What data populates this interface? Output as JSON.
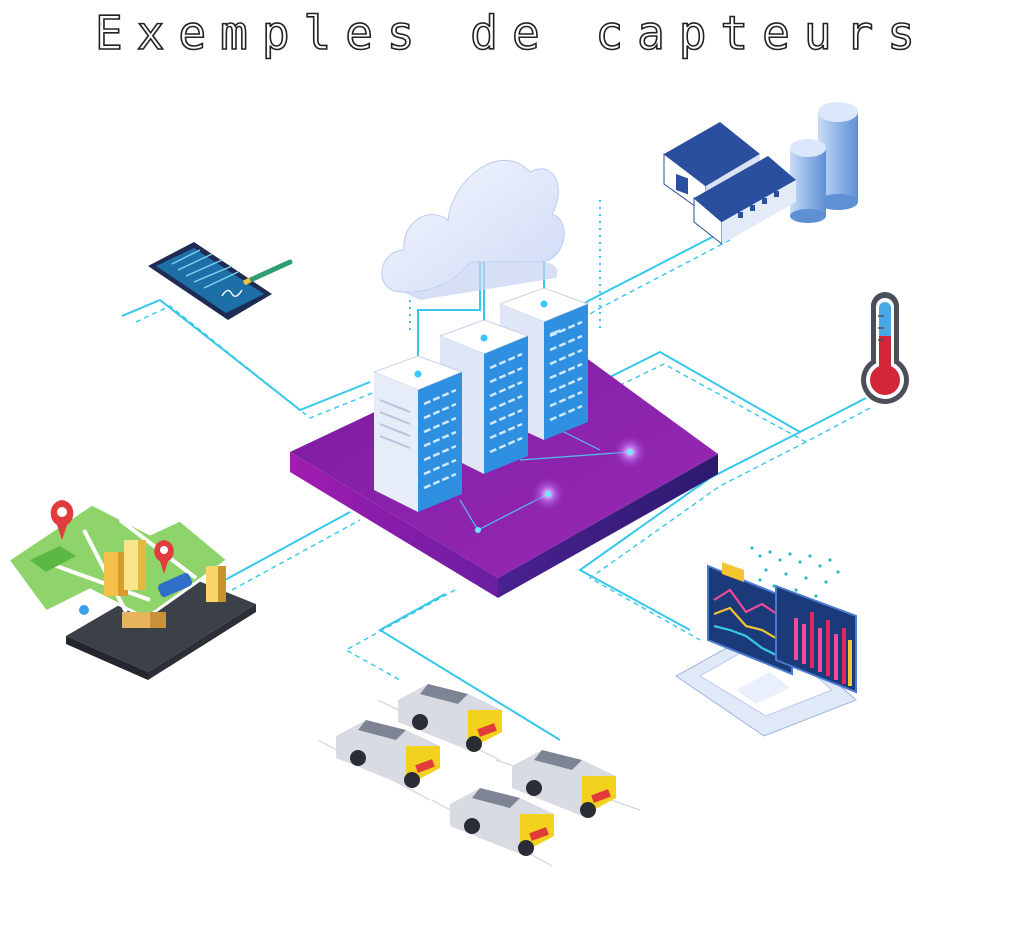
{
  "title": "Exemples de capteurs",
  "colors": {
    "wire": "#35c8ea",
    "platform_top": "#8a1fa8",
    "platform_side": "#3a1a7a",
    "server_body": "#f4f6fb",
    "server_screen": "#2f8fe0",
    "cloud": "#e3ecfb",
    "barn": "#2a4f9e",
    "thermometer_red": "#d4263a",
    "car_yellow": "#f2d21c",
    "car_body": "#d9dbe3"
  },
  "nodes": [
    {
      "id": "cloud",
      "icon": "cloud-icon"
    },
    {
      "id": "servers",
      "icon": "server-rack-icon"
    },
    {
      "id": "tablet",
      "icon": "tablet-signature-icon"
    },
    {
      "id": "farm",
      "icon": "farm-silo-icon"
    },
    {
      "id": "thermometer",
      "icon": "thermometer-icon"
    },
    {
      "id": "city-map",
      "icon": "smartphone-map-icon"
    },
    {
      "id": "laptop",
      "icon": "laptop-analytics-icon"
    },
    {
      "id": "parking",
      "icon": "parking-cars-icon"
    }
  ]
}
